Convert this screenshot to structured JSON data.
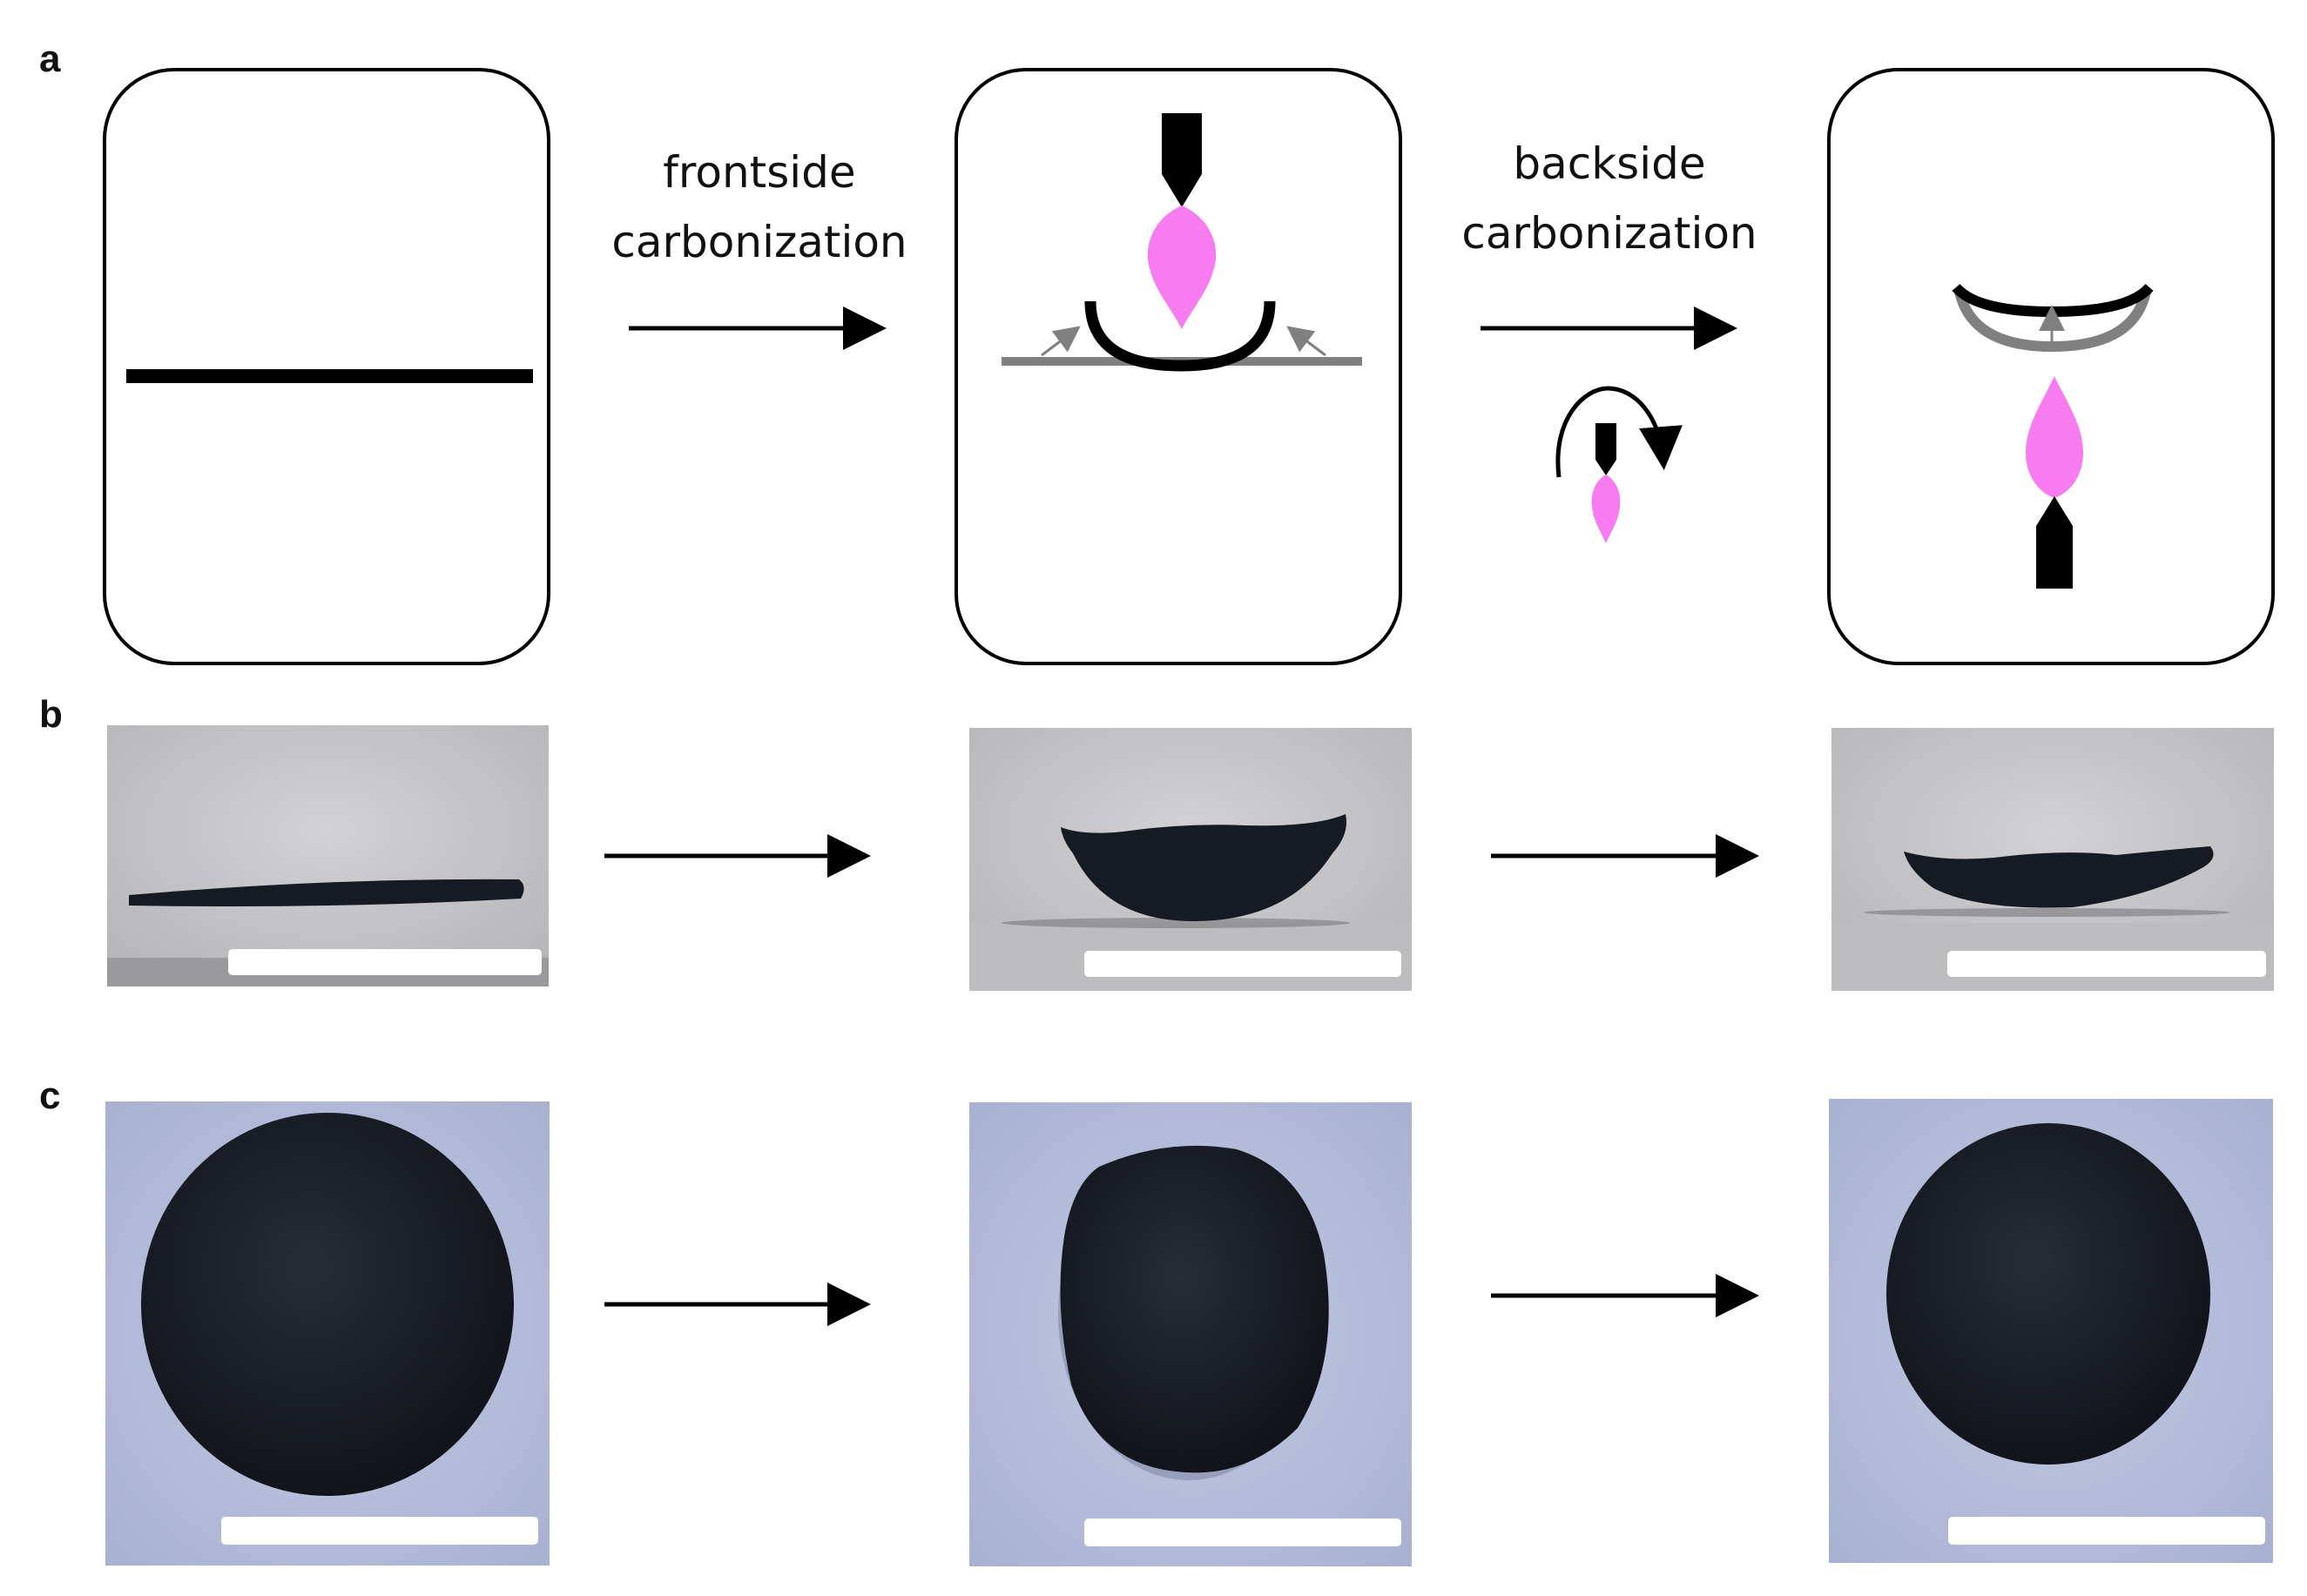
{
  "panel_letters": {
    "a": "a",
    "b": "b",
    "c": "c"
  },
  "row_a": {
    "step1_label_line1": "frontside",
    "step1_label_line2": "carbonization",
    "step2_label_line1": "backside",
    "step2_label_line2": "carbonization"
  },
  "colors": {
    "flame": "#f77cf0",
    "photo_side_bg": "#c9c9cb",
    "photo_top_bg": "#b8bfdc",
    "sample": "#161a22",
    "scale_bar": "#ffffff",
    "substrate": "#808080"
  },
  "icons": {
    "torch": "torch-nozzle-icon",
    "flame": "flame-icon",
    "flip": "rotate-arrow-icon"
  }
}
